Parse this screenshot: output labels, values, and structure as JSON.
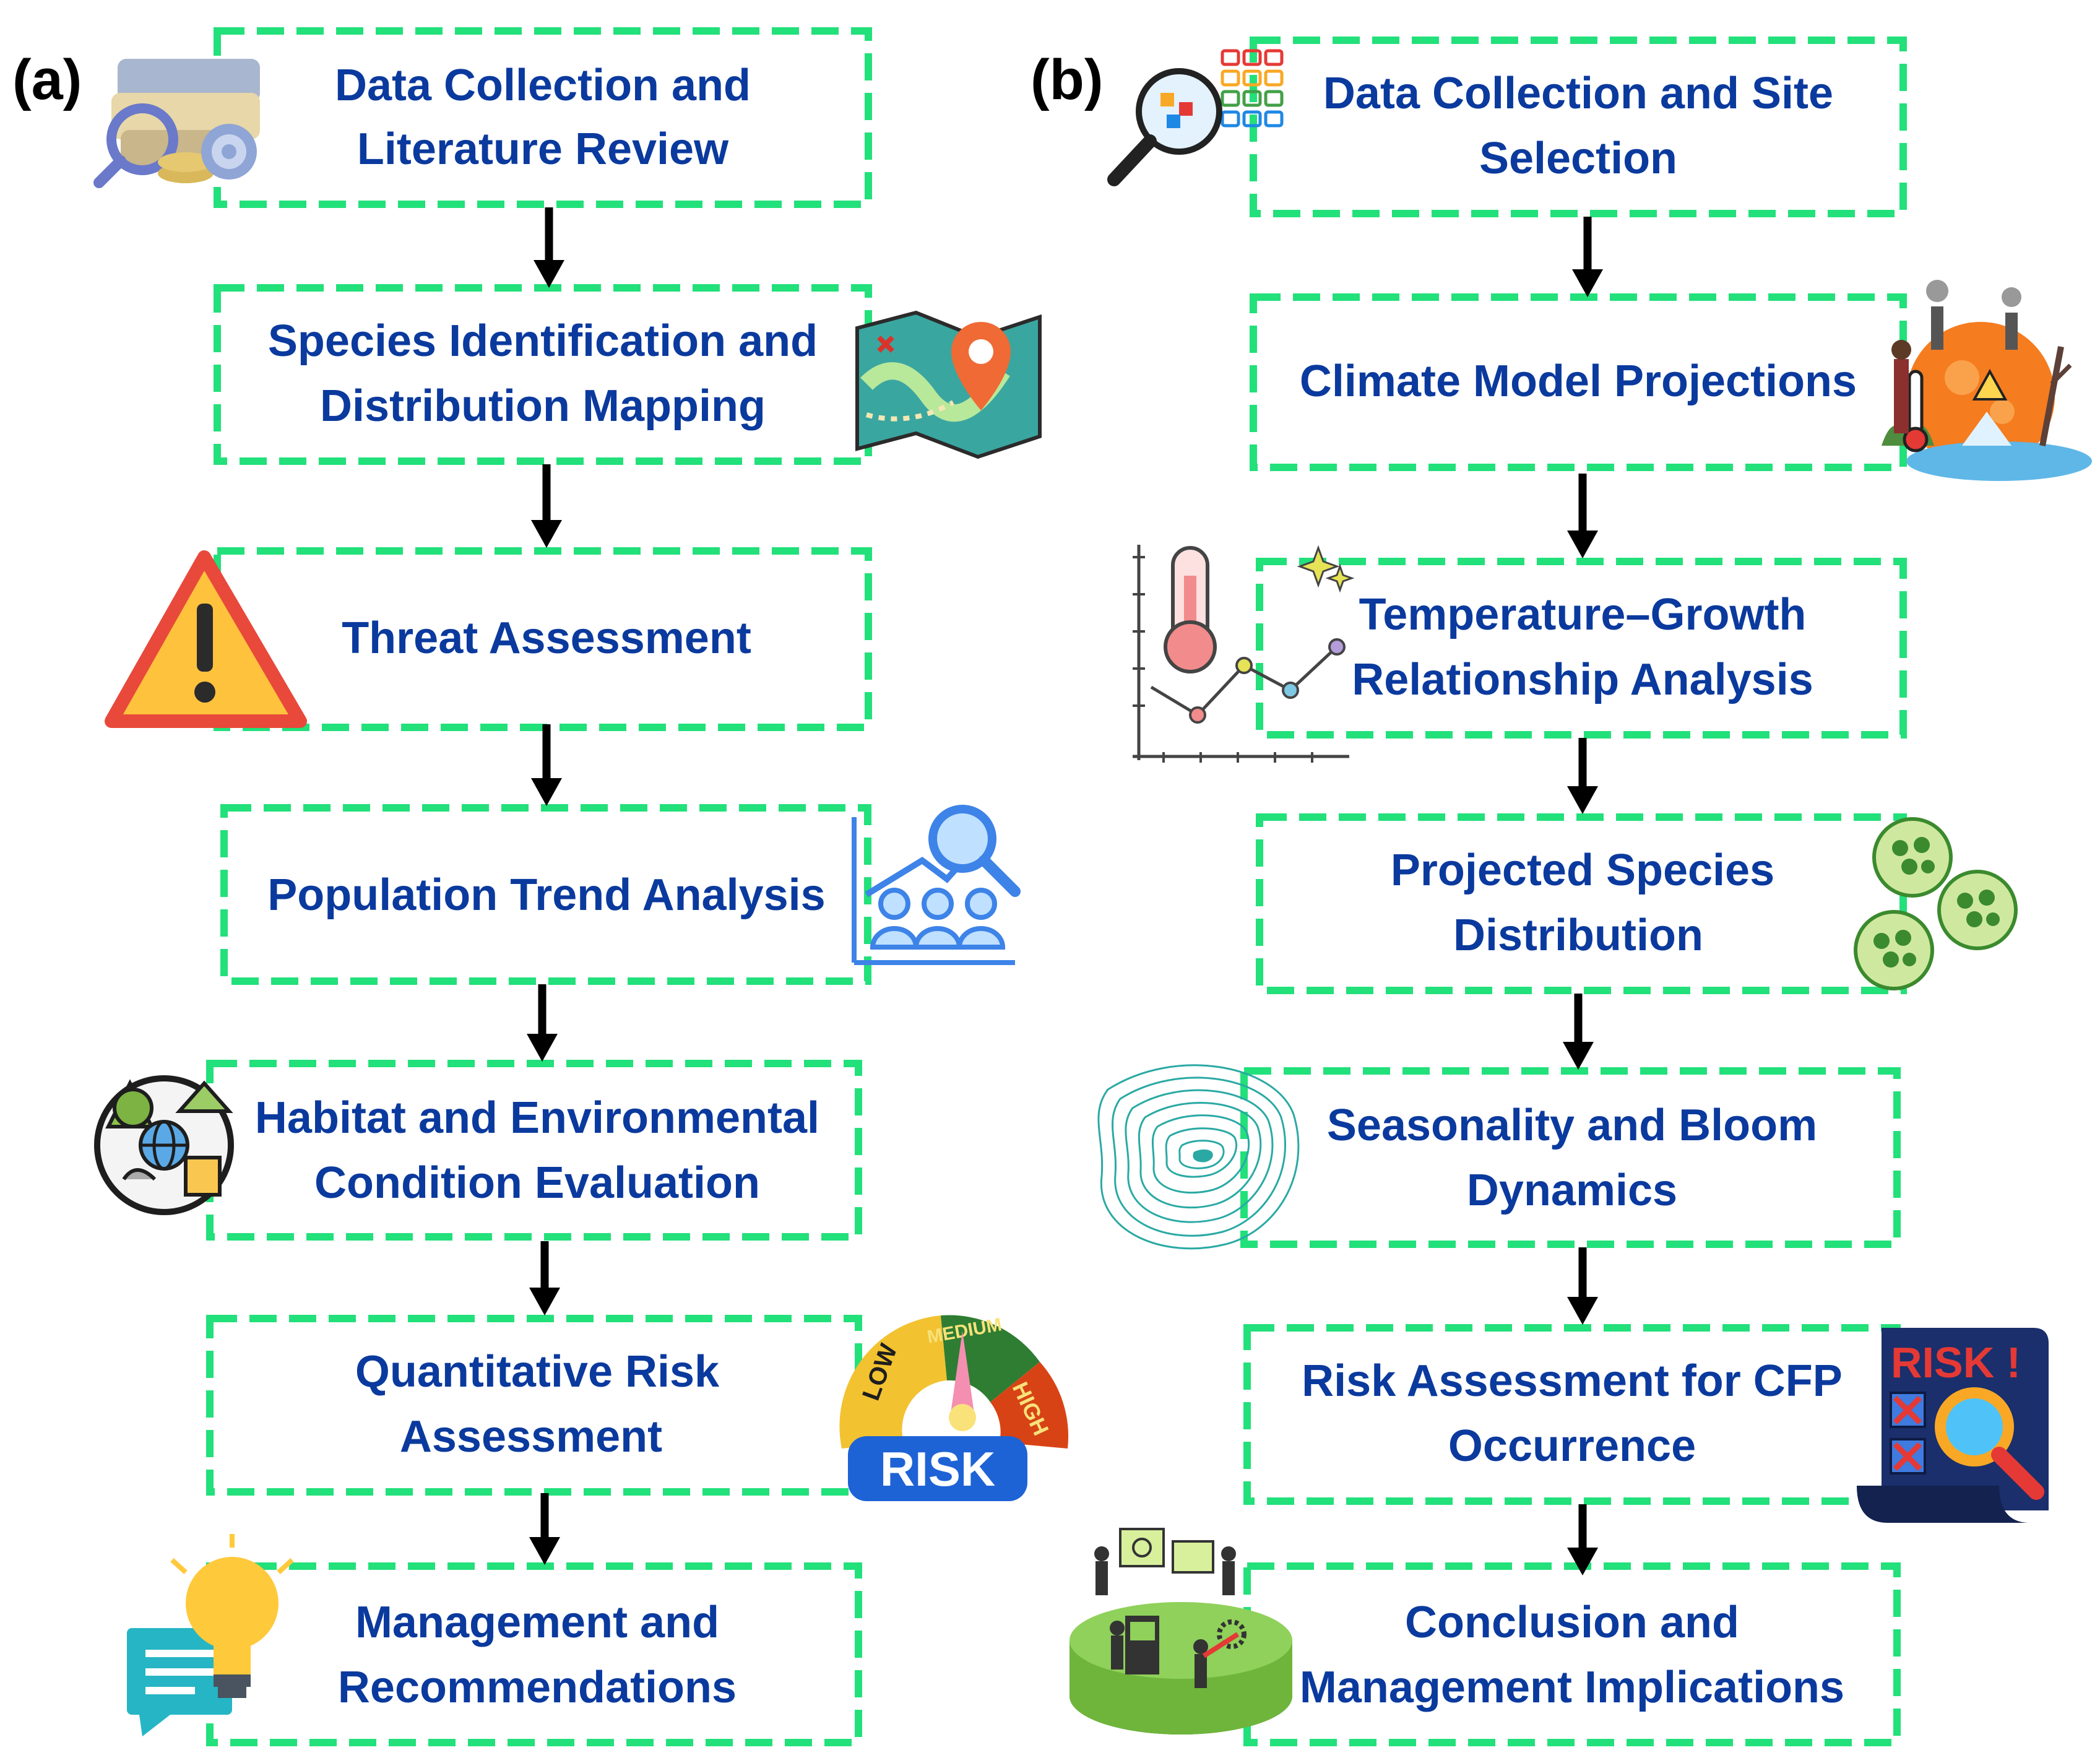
{
  "panel_a": {
    "label": "(a)",
    "steps": [
      {
        "lines": [
          "Data Collection and",
          "Literature Review"
        ],
        "icon": "books-search-icon"
      },
      {
        "lines": [
          "Species Identification and",
          "Distribution Mapping"
        ],
        "icon": "map-pin-icon"
      },
      {
        "lines": [
          "Threat Assessment"
        ],
        "icon": "warning-triangle-icon"
      },
      {
        "lines": [
          "Population Trend Analysis"
        ],
        "icon": "population-trend-icon"
      },
      {
        "lines": [
          "Habitat and Environmental",
          "Condition Evaluation"
        ],
        "icon": "habitat-globe-icon"
      },
      {
        "lines": [
          "Quantitative Risk",
          "Assessment"
        ],
        "icon": "risk-gauge-icon"
      },
      {
        "lines": [
          "Management and",
          "Recommendations"
        ],
        "icon": "lightbulb-chat-icon"
      }
    ],
    "gauge_text": {
      "low": "LOW",
      "medium": "MEDIUM",
      "high": "HIGH",
      "risk": "RISK"
    }
  },
  "panel_b": {
    "label": "(b)",
    "steps": [
      {
        "lines": [
          "Data Collection and Site",
          "Selection"
        ],
        "icon": "magnifier-grid-icon"
      },
      {
        "lines": [
          "Climate Model Projections"
        ],
        "icon": "climate-change-icon"
      },
      {
        "lines": [
          "Temperature–Growth",
          "Relationship Analysis"
        ],
        "icon": "thermometer-chart-icon"
      },
      {
        "lines": [
          "Projected Species",
          "Distribution"
        ],
        "icon": "microalgae-cells-icon"
      },
      {
        "lines": [
          "Seasonality and Bloom",
          "Dynamics"
        ],
        "icon": "bloom-contour-icon"
      },
      {
        "lines": [
          "Risk Assessment for CFP",
          "Occurrence"
        ],
        "icon": "risk-checklist-icon"
      },
      {
        "lines": [
          "Conclusion and",
          "Management Implications"
        ],
        "icon": "team-workplace-icon"
      }
    ],
    "risk_text": "RISK !"
  },
  "colors": {
    "box_border": "#22e07a",
    "box_text": "#0b3a9e",
    "arrow": "#000000"
  }
}
